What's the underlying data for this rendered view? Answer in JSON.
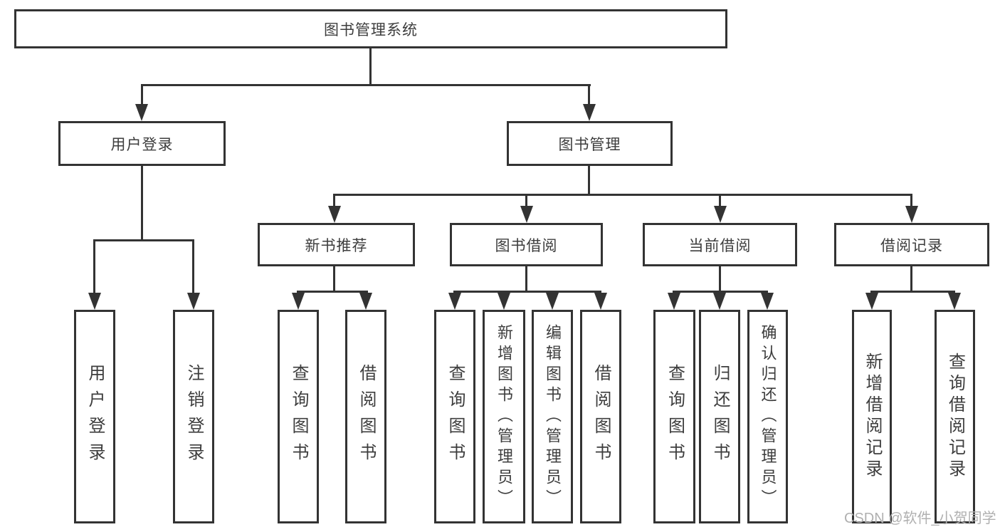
{
  "title": {
    "label": "图书管理系统"
  },
  "level2": [
    {
      "label": "用户登录"
    },
    {
      "label": "图书管理"
    }
  ],
  "level3": [
    {
      "label": "新书推荐"
    },
    {
      "label": "图书借阅"
    },
    {
      "label": "当前借阅"
    },
    {
      "label": "借阅记录"
    }
  ],
  "leaves": {
    "user_login": [
      {
        "label": "用户登录"
      },
      {
        "label": "注销登录"
      }
    ],
    "new_book": [
      {
        "label": "查询图书"
      },
      {
        "label": "借阅图书"
      }
    ],
    "book_borrow": [
      {
        "label": "查询图书"
      },
      {
        "label": "新增图书（管理员）"
      },
      {
        "label": "编辑图书（管理员）"
      },
      {
        "label": "借阅图书"
      }
    ],
    "current_borrow": [
      {
        "label": "查询图书"
      },
      {
        "label": "归还图书"
      },
      {
        "label": "确认归还（管理员）"
      }
    ],
    "borrow_records": [
      {
        "label": "新增借阅记录"
      },
      {
        "label": "查询借阅记录"
      }
    ]
  },
  "watermark": {
    "text": "CSDN @软件_小贺同学"
  },
  "colors": {
    "line": "#333333",
    "box_border": "#333333",
    "text": "#3d3d3d",
    "watermark": "#b0b0b0",
    "background": "#ffffff"
  }
}
